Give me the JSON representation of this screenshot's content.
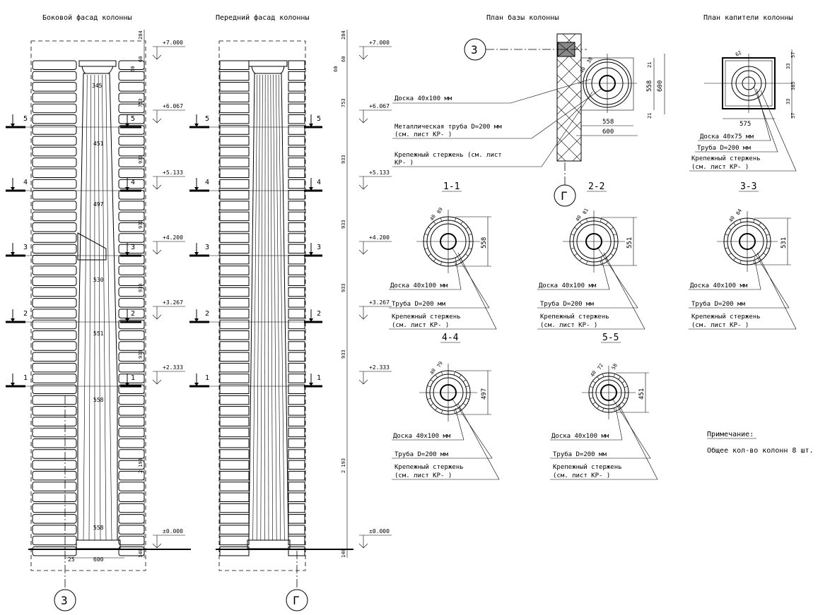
{
  "titles": {
    "side_facade": "Боковой фасад колонны",
    "front_facade": "Передний фасад колонны",
    "base_plan": "План базы колонны",
    "capital_plan": "План капители колонны"
  },
  "levels": {
    "l0": "±0.000",
    "l1": "+2.333",
    "l2": "+3.267",
    "l3": "+4.200",
    "l4": "+5.133",
    "l5": "+6.067",
    "l7": "+7.000"
  },
  "section_numbers": [
    "1",
    "2",
    "3",
    "4",
    "5"
  ],
  "vertical_dims": {
    "d284": "284",
    "d60a": "60",
    "d60b": "60",
    "d753": "753",
    "d933a": "933",
    "d933b": "933",
    "d933c": "933",
    "d933d": "933",
    "d2193": "2 193",
    "d140": "140"
  },
  "side_dims": {
    "w345": "345",
    "w451": "451",
    "w497": "497",
    "w530": "530",
    "w551": "551",
    "w558": "558",
    "w558b": "558",
    "w25": "25",
    "w600": "600"
  },
  "axes": {
    "z": "З",
    "g": "Г"
  },
  "base_plan": {
    "label_board": "Доска 40х100 мм",
    "label_pipe_1": "Металлическая труба D=200 мм",
    "label_pipe_2": "(см. лист КР- )",
    "label_rod_1": "Крепежный стержень (см. лист",
    "label_rod_2": "КР- )",
    "dim_558h": "558",
    "dim_600h": "600",
    "dim_558v": "558",
    "dim_600v": "600",
    "dim_21a": "21",
    "dim_21b": "21",
    "dim_38": "38",
    "dim_4": "40"
  },
  "capital_plan": {
    "label_board": "Доска 40х75 мм",
    "label_pipe": "Труба D=200 мм",
    "label_rod_1": "Крепежный стержень",
    "label_rod_2": "(см. лист КР- )",
    "dim_575": "575",
    "dim_385": "385",
    "dim_33a": "33",
    "dim_33b": "33",
    "dim_57a": "57",
    "dim_57b": "57",
    "dim_62": "62"
  },
  "sections": [
    {
      "title": "1-1",
      "size": "558",
      "d1": "89",
      "d2": "40",
      "board": "Доска 40х100 мм",
      "pipe": "Труба D=200 мм",
      "rod1": "Крепежный стержень",
      "rod2": "(см. лист КР- )"
    },
    {
      "title": "2-2",
      "size": "551",
      "d1": "81",
      "d2": "40",
      "board": "Доска 40х100 мм",
      "pipe": "Труба D=200 мм",
      "rod1": "Крепежный стержень",
      "rod2": "(см. лист КР- )"
    },
    {
      "title": "3-3",
      "size": "531",
      "d1": "84",
      "d2": "40",
      "board": "Доска 40х100 мм",
      "pipe": "Труба D=200 мм",
      "rod1": "Крепежный стержень",
      "rod2": "(см. лист КР- )"
    },
    {
      "title": "4-4",
      "size": "497",
      "d1": "79",
      "d2": "40",
      "board": "Доска 40х100 мм",
      "pipe": "Труба D=200 мм",
      "rod1": "Крепежный стержень",
      "rod2": "(см. лист КР- )"
    },
    {
      "title": "5-5",
      "size": "451",
      "d1": "72",
      "d2": "40",
      "d3": "58",
      "board": "Доска 40х100 мм",
      "pipe": "Труба D=200 мм",
      "rod1": "Крепежный стержень",
      "rod2": "(см. лист КР- )"
    }
  ],
  "note": {
    "title": "Примечание:",
    "text": "Общее кол-во колонн 8 шт."
  }
}
